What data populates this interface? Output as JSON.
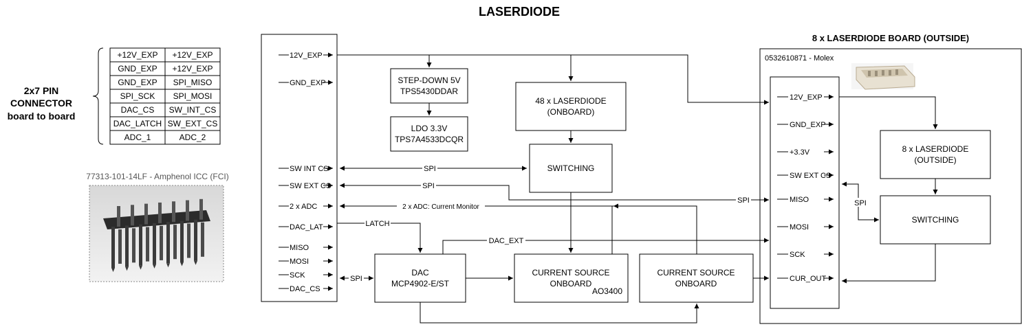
{
  "title": "LASERDIODE",
  "outside_title": "8 x LASERDIODE BOARD (OUTSIDE)",
  "connector_heading": [
    "2x7 PIN",
    "CONNECTOR",
    "board to board"
  ],
  "connector_rows": [
    [
      "+12V_EXP",
      "+12V_EXP"
    ],
    [
      "GND_EXP",
      "+12V_EXP"
    ],
    [
      "GND_EXP",
      "SPI_MISO"
    ],
    [
      "SPI_SCK",
      "SPI_MOSI"
    ],
    [
      "DAC_CS",
      "SW_INT_CS"
    ],
    [
      "DAC_LATCH",
      "SW_EXT_CS"
    ],
    [
      "ADC_1",
      "ADC_2"
    ]
  ],
  "amphenol_caption": "77313-101-14LF - Amphenol ICC (FCI)",
  "molex_caption": "0532610871 - Molex",
  "left_pins": [
    "12V_EXP",
    "GND_EXP",
    "SW INT CS",
    "SW EXT CS",
    "2 x ADC",
    "DAC_LAT",
    "MISO",
    "MOSI",
    "SCK",
    "DAC_CS"
  ],
  "right_pins": [
    "12V_EXP",
    "GND_EXP",
    "+3.3V",
    "SW EXT CS",
    "MISO",
    "MOSI",
    "SCK",
    "CUR_OUT"
  ],
  "blocks": {
    "stepdown": [
      "STEP-DOWN 5V",
      "TPS5430DDAR"
    ],
    "ldo": [
      "LDO 3.3V",
      "TPS7A4533DCQR"
    ],
    "ld48": [
      "48 x LASERDIODE",
      "(ONBOARD)"
    ],
    "switching": "SWITCHING",
    "dac": [
      "DAC",
      "MCP4902-E/ST"
    ],
    "cs1": [
      "CURRENT SOURCE",
      "ONBOARD",
      "AO3400"
    ],
    "cs2": [
      "CURRENT SOURCE",
      "ONBOARD"
    ],
    "ld8": [
      "8 x LASERDIODE",
      "(OUTSIDE)"
    ],
    "switching_out": "SWITCHING"
  },
  "edge_labels": {
    "spi_int": "SPI",
    "spi_ext": "SPI",
    "spi_out": "SPI",
    "adc": "2 x ADC: Current Monitor",
    "latch": "LATCH",
    "dac_ext": "DAC_EXT",
    "spi_dac": "SPI",
    "spi_switch": "SPI"
  }
}
